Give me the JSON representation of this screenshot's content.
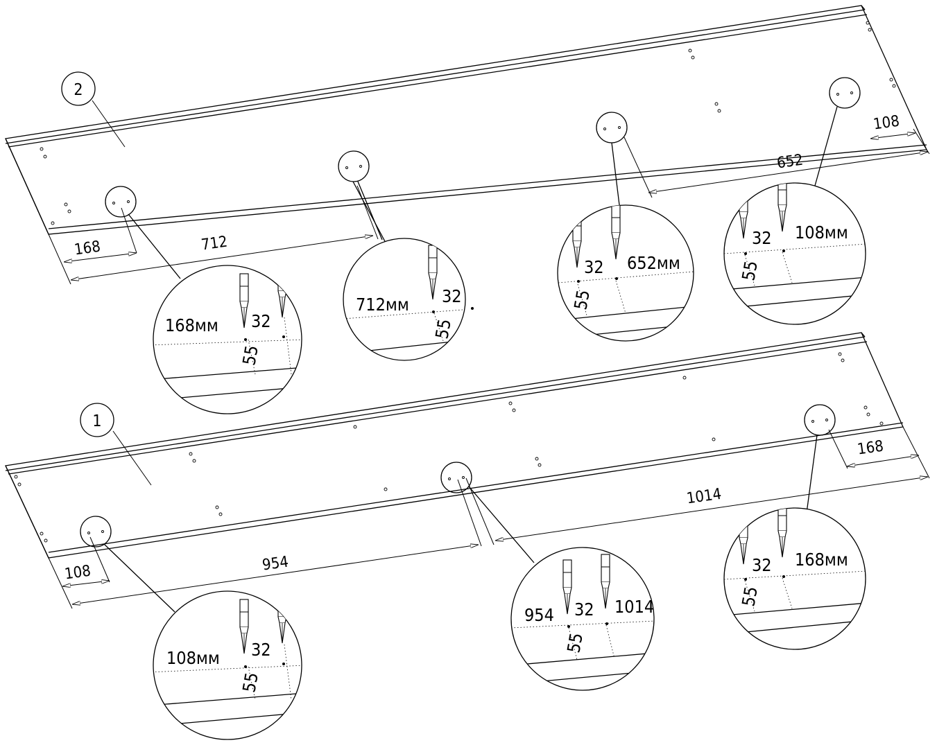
{
  "parts": [
    {
      "id": "part-2",
      "number": "2",
      "dimensions": {
        "left_offset": "168",
        "left_span": "712",
        "right_span": "652",
        "right_offset": "108"
      },
      "details": [
        {
          "mm": "168мм",
          "spacing": "32",
          "depth": "55"
        },
        {
          "mm": "712мм",
          "spacing": "32",
          "depth": "55"
        },
        {
          "mm": "652мм",
          "spacing": "32",
          "depth": "55"
        },
        {
          "mm": "108мм",
          "spacing": "32",
          "depth": "55"
        }
      ]
    },
    {
      "id": "part-1",
      "number": "1",
      "dimensions": {
        "left_offset": "108",
        "left_span": "954",
        "right_span": "1014",
        "right_offset": "168"
      },
      "details": [
        {
          "mm": "108мм",
          "spacing": "32",
          "depth": "55"
        },
        {
          "left": "954",
          "spacing": "32",
          "right": "1014",
          "depth": "55"
        },
        {
          "mm": "168мм",
          "spacing": "32",
          "depth": "55"
        }
      ]
    }
  ]
}
